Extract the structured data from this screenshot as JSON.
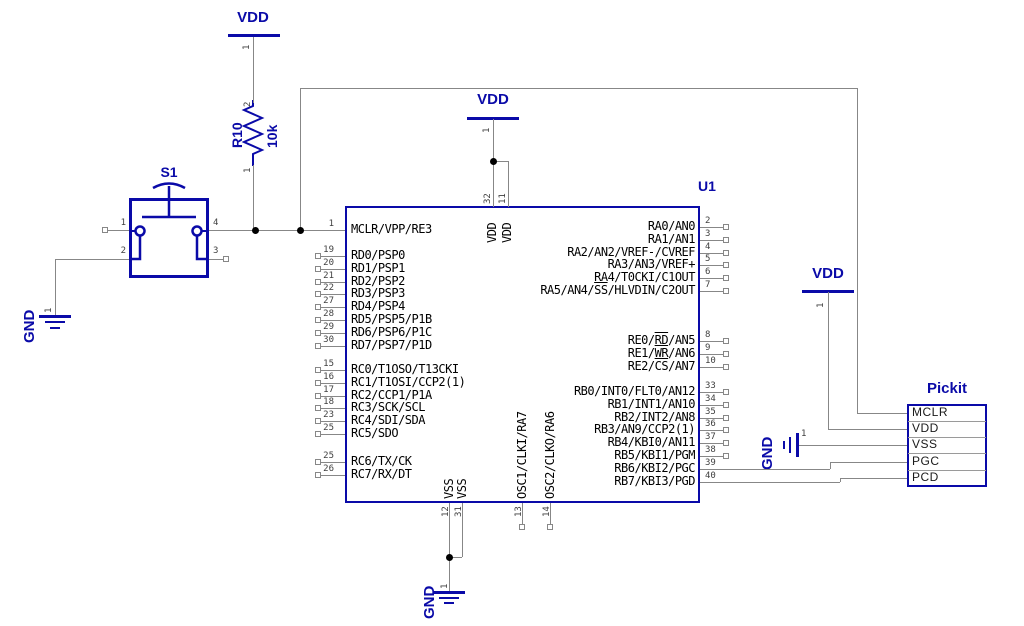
{
  "components": {
    "u1": {
      "ref": "U1",
      "left_groups": [
        [
          {
            "num": "1",
            "name": "MCLR/VPP/RE3",
            "connected": true
          }
        ],
        [
          {
            "num": "19",
            "name": "RD0/PSP0"
          },
          {
            "num": "20",
            "name": "RD1/PSP1"
          },
          {
            "num": "21",
            "name": "RD2/PSP2"
          },
          {
            "num": "22",
            "name": "RD3/PSP3"
          },
          {
            "num": "27",
            "name": "RD4/PSP4"
          },
          {
            "num": "28",
            "name": "RD5/PSP5/P1B"
          },
          {
            "num": "29",
            "name": "RD6/PSP6/P1C"
          },
          {
            "num": "30",
            "name": "RD7/PSP7/P1D"
          }
        ],
        [
          {
            "num": "15",
            "name": "RC0/T1OSO/T13CKI"
          },
          {
            "num": "16",
            "name": "RC1/T1OSI/CCP2(1)"
          },
          {
            "num": "17",
            "name": "RC2/CCP1/P1A"
          },
          {
            "num": "18",
            "name": "RC3/SCK/SCL"
          },
          {
            "num": "23",
            "name": "RC4/SDI/SDA"
          },
          {
            "num": "25",
            "name": "RC5/SDO"
          }
        ],
        [
          {
            "num": "25",
            "name": "RC6/TX/CK"
          },
          {
            "num": "26",
            "name": "RC7/RX/DT"
          }
        ]
      ],
      "right_groups": [
        [
          {
            "num": "2",
            "name": "RA0/AN0"
          },
          {
            "num": "3",
            "name": "RA1/AN1"
          },
          {
            "num": "4",
            "name": "RA2/AN2/VREF-/CVREF"
          },
          {
            "num": "5",
            "name": "RA3/AN3/VREF+"
          },
          {
            "num": "6",
            "name": "RA4/T0CKI/C1OUT"
          },
          {
            "num": "7",
            "name": "RA5/AN4/{SS}/HLVDIN/C2OUT"
          }
        ],
        [
          {
            "num": "8",
            "name": "RE0/{RD}/AN5"
          },
          {
            "num": "9",
            "name": "RE1/{WR}/AN6"
          },
          {
            "num": "10",
            "name": "RE2/{CS}/AN7"
          }
        ],
        [
          {
            "num": "33",
            "name": "RB0/INT0/FLT0/AN12"
          },
          {
            "num": "34",
            "name": "RB1/INT1/AN10"
          },
          {
            "num": "35",
            "name": "RB2/INT2/AN8"
          },
          {
            "num": "36",
            "name": "RB3/AN9/CCP2(1)"
          },
          {
            "num": "37",
            "name": "RB4/KBI0/AN11"
          },
          {
            "num": "38",
            "name": "RB5/KBI1/PGM"
          },
          {
            "num": "39",
            "name": "RB6/KBI2/PGC",
            "connected": true
          },
          {
            "num": "40",
            "name": "RB7/KBI3/PGD",
            "connected": true
          }
        ]
      ],
      "top_pins": [
        {
          "num": "32",
          "name": "VDD"
        },
        {
          "num": "11",
          "name": "VDD"
        }
      ],
      "bottom_pins": [
        {
          "num": "12",
          "name": "VSS"
        },
        {
          "num": "31",
          "name": "VSS"
        },
        {
          "num": "13",
          "name": "OSC1/CLKI/RA7"
        },
        {
          "num": "14",
          "name": "OSC2/CLKO/RA6"
        }
      ]
    },
    "s1": {
      "ref": "S1",
      "pins": [
        "1",
        "2",
        "3",
        "4"
      ]
    },
    "r10": {
      "ref": "R10",
      "value": "10k",
      "pin_top": "2",
      "pin_bottom": "1"
    },
    "pickit": {
      "title": "Pickit",
      "rows": [
        "MCLR",
        "VDD",
        "VSS",
        "PGC",
        "PCD"
      ]
    },
    "power": {
      "vdd": "VDD",
      "gnd": "GND",
      "pin1": "1"
    }
  },
  "colors": {
    "blue": "#0a0aa8",
    "wire": "#878787",
    "text": "#000000",
    "pin_number": "#3f3f3f"
  }
}
